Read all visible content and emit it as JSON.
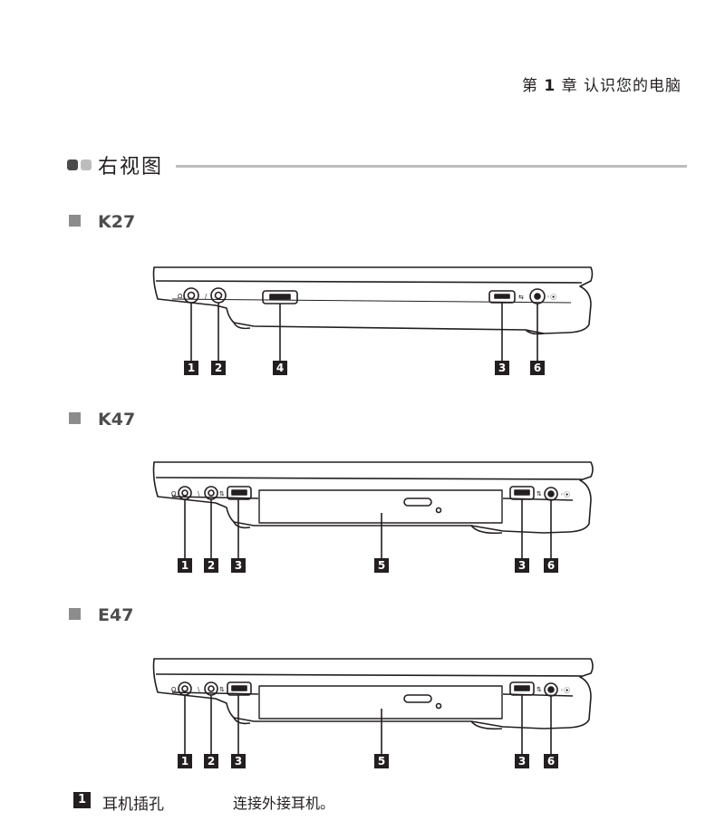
{
  "header": {
    "chapter_prefix": "第",
    "chapter_num": "1",
    "chapter_suffix": "章 认识您的电脑"
  },
  "section": {
    "title": "右视图"
  },
  "models": [
    {
      "name": "K27",
      "callouts": [
        "1",
        "2",
        "4",
        "3",
        "6"
      ]
    },
    {
      "name": "K47",
      "callouts": [
        "1",
        "2",
        "3",
        "5",
        "3",
        "6"
      ]
    },
    {
      "name": "E47",
      "callouts": [
        "1",
        "2",
        "3",
        "5",
        "3",
        "6"
      ]
    }
  ],
  "descriptions": [
    {
      "num": "1",
      "name": "耳机插孔",
      "text": "连接外接耳机。"
    }
  ]
}
